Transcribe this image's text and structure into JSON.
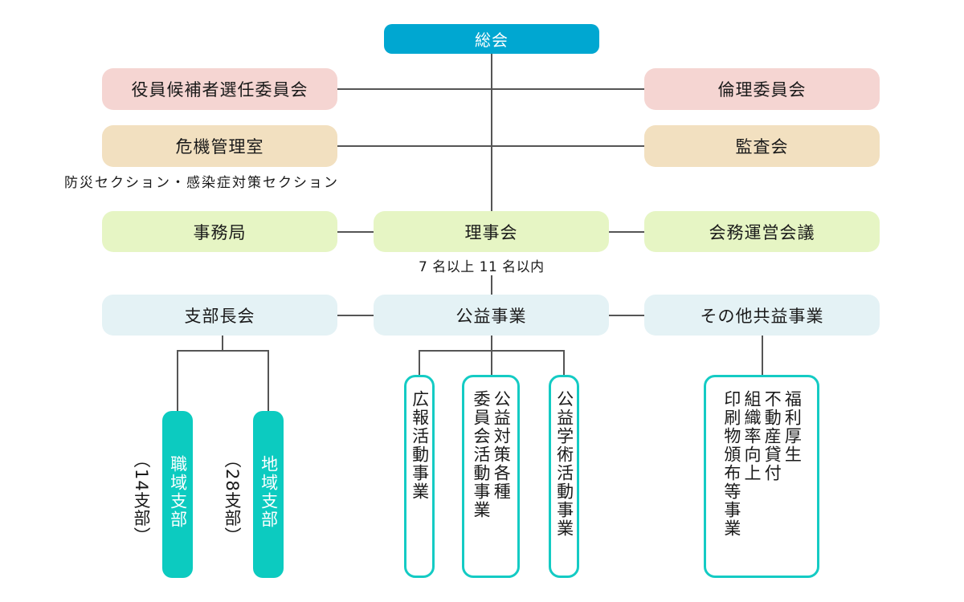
{
  "top": {
    "label": "総会",
    "color": "#00a7d1"
  },
  "row1": {
    "left": "役員候補者選任委員会",
    "right": "倫理委員会",
    "color": "#f5d5d2"
  },
  "row2": {
    "left": "危機管理室",
    "right": "監査会",
    "note": "防災セクション・感染症対策セクション",
    "color": "#f2e0c0"
  },
  "row3": {
    "left": "事務局",
    "center": "理事会",
    "right": "会務運営会議",
    "note": "7 名以上 11 名以内",
    "color": "#e6f5c4"
  },
  "row4": {
    "left": "支部長会",
    "center": "公益事業",
    "right": "その他共益事業",
    "color": "#e4f2f5"
  },
  "branches": {
    "shokuiki": {
      "label": "職域支部",
      "count_open": "（",
      "count": "14",
      "count_unit": "支部",
      "count_close": "）"
    },
    "chiiki": {
      "label": "地域支部",
      "count_open": "（",
      "count": "28",
      "count_unit": "支部",
      "count_close": "）"
    },
    "pill_color": "#0ccbc0"
  },
  "public_projects": [
    {
      "label": "広報活動事業"
    },
    {
      "label": "公益対策各種\n委員会活動事業"
    },
    {
      "label": "公益学術活動事業"
    }
  ],
  "other_projects": {
    "label": "福利厚生\n不動産貸付\n組織率向上\n印刷物頒布等事業"
  },
  "outline_color": "#14cbc4"
}
